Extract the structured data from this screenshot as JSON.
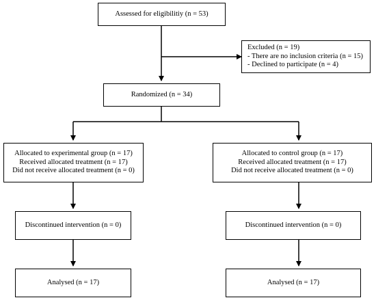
{
  "assessed": {
    "text": "Assessed for eligibilitiy (n = 53)"
  },
  "excluded": {
    "title": "Excluded (n = 19)",
    "items": [
      "- There are no inclusion criteria (n = 15)",
      "- Declined to participate (n = 4)"
    ]
  },
  "randomized": {
    "text": "Randomized (n = 34)"
  },
  "experimental": {
    "lines": [
      "Allocated to experimental group (n = 17)",
      "Received allocated treatment (n = 17)",
      "Did not receive allocated treatment (n = 0)"
    ],
    "discontinued": "Discontinued intervention (n = 0)",
    "analysed": "Analysed (n = 17)"
  },
  "control": {
    "lines": [
      "Allocated to control group (n = 17)",
      "Received allocated treatment (n = 17)",
      "Did not receive allocated treatment (n = 0)"
    ],
    "discontinued": "Discontinued intervention (n = 0)",
    "analysed": "Analysed (n = 17)"
  }
}
